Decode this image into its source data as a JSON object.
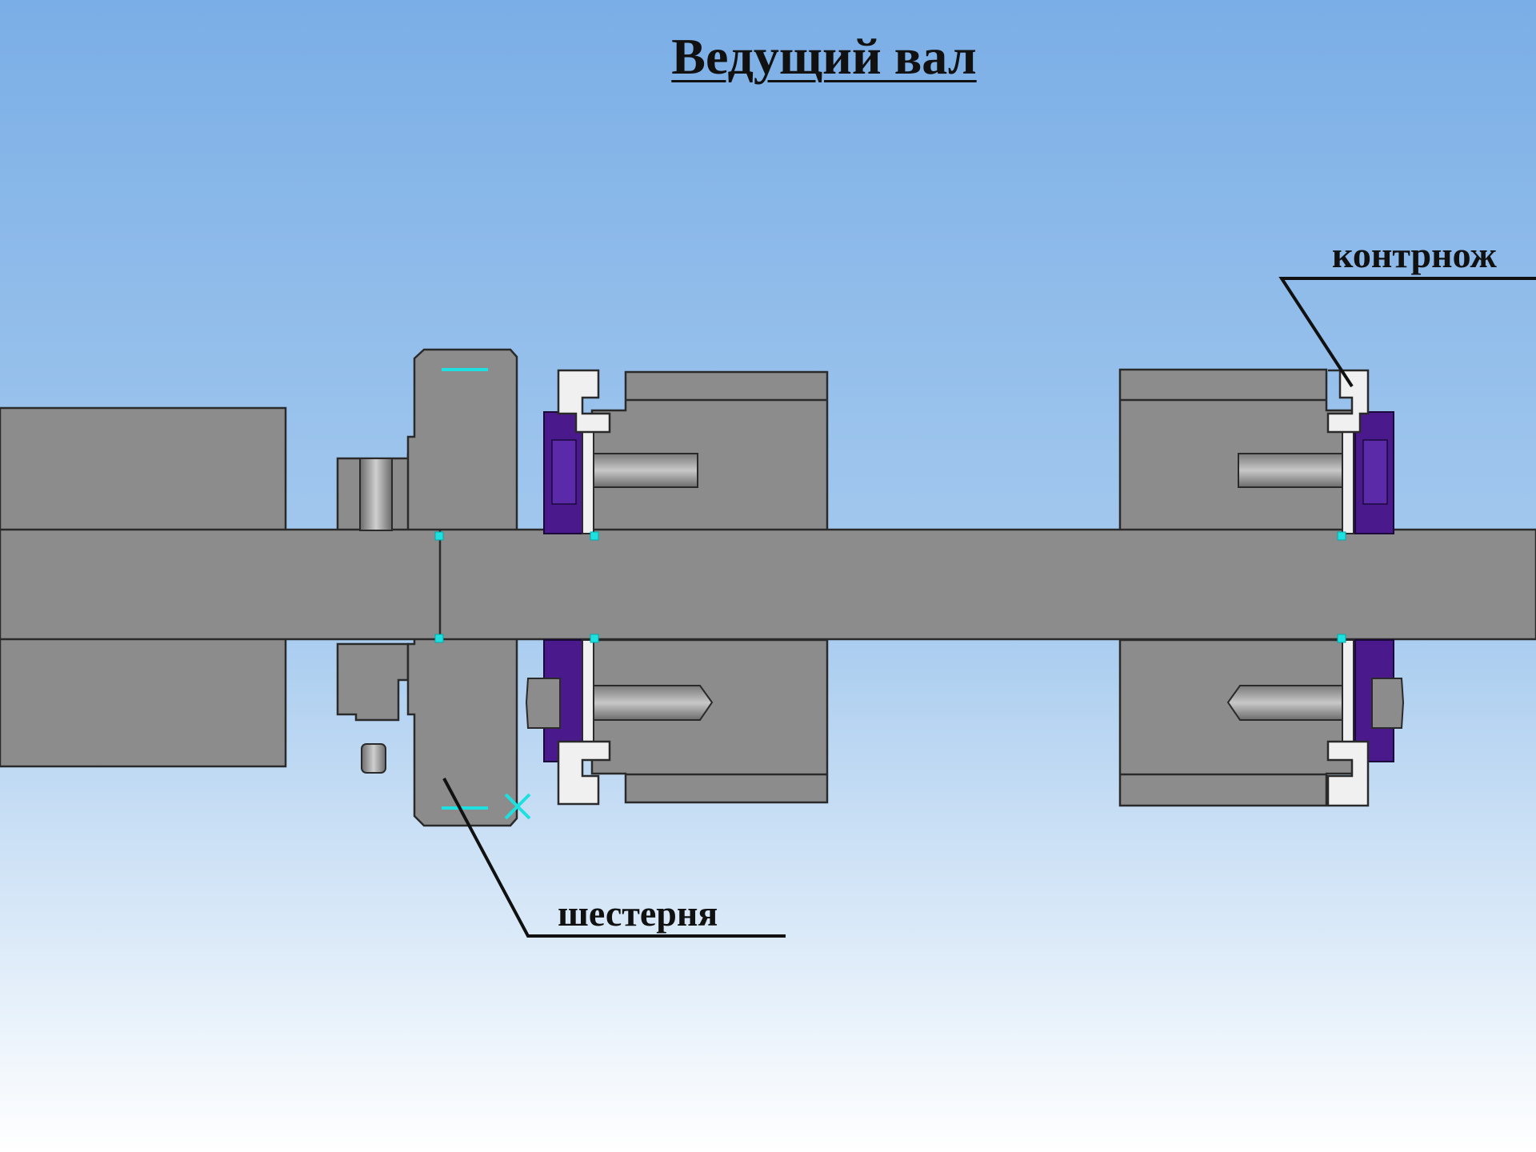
{
  "title": "Ведущий вал",
  "labels": {
    "gear": "шестерня",
    "counter_knife": "контрнож"
  },
  "colors": {
    "background_top": "#7aaee6",
    "background_bottom": "#ffffff",
    "part": "#8c8c8c",
    "outline": "#2a2a2a",
    "seal": "#4a1a8c",
    "ring": "#f0f0f0",
    "marker": "#1ee0e0"
  }
}
